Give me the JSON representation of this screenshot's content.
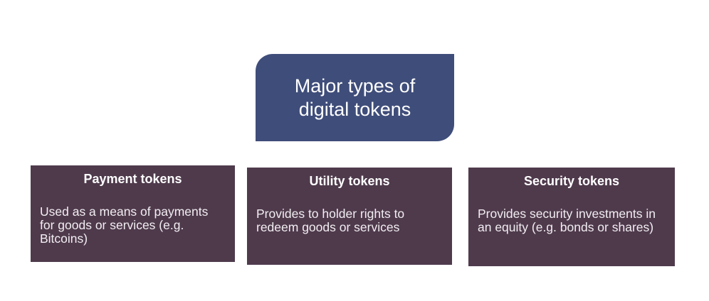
{
  "page": {
    "background_color": "#FFFFFF"
  },
  "diagram": {
    "header": {
      "title": "Major types of digital tokens",
      "title_lines": [
        "Major types of",
        "digital tokens"
      ],
      "bg_color": "#3F4D7A",
      "text_color": "#FFFFFF"
    },
    "box_style": {
      "bg_color": "#4F3A4C",
      "title_color": "#FFFFFF",
      "body_color": "#F2EEF2"
    },
    "boxes": [
      {
        "title": "Payment tokens",
        "body": "Used as a means of payments for goods or services (e.g. Bitcoins)",
        "body_lines": [
          "Used as a means of payments",
          "for goods or services (e.g.",
          "Bitcoins)"
        ]
      },
      {
        "title": "Utility tokens",
        "body": "Provides to holder rights to redeem goods or services",
        "body_lines": [
          "Provides to holder rights to",
          "redeem goods or services"
        ]
      },
      {
        "title": "Security tokens",
        "body": "Provides security investments in an equity (e.g. bonds or shares)",
        "body_lines": [
          "Provides security investments in",
          "an equity (e.g. bonds or shares)"
        ]
      }
    ]
  }
}
